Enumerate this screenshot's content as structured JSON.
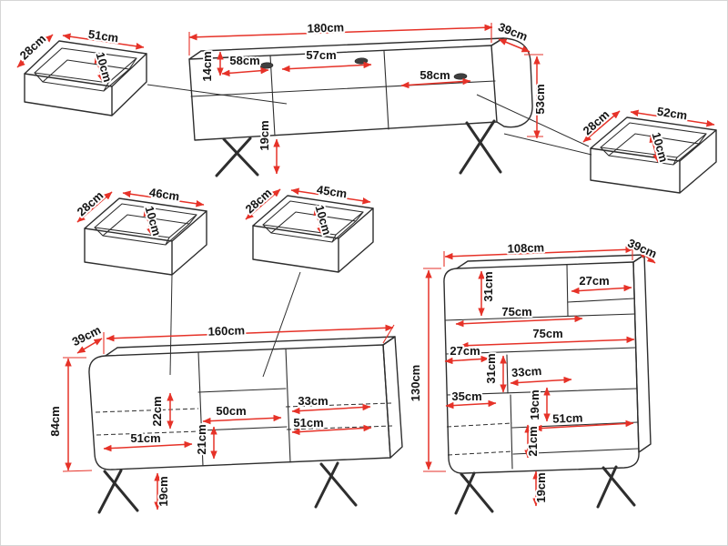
{
  "diagram": {
    "unit": "cm",
    "colors": {
      "dimension": "#e63228",
      "outline": "#2e2e2e"
    },
    "pieces": {
      "drawer_top_left": {
        "depth": "28cm",
        "width": "51cm",
        "height": "10cm"
      },
      "tv_stand": {
        "width": "180cm",
        "depth": "39cm",
        "height": "53cm",
        "top_height": "14cm",
        "left_compartment": "58cm",
        "middle_compartment": "57cm",
        "right_compartment": "58cm",
        "leg_height": "19cm"
      },
      "drawer_top_right": {
        "depth": "28cm",
        "width": "52cm",
        "height": "10cm"
      },
      "drawer_mid_left": {
        "depth": "28cm",
        "width": "46cm",
        "height": "10cm"
      },
      "drawer_mid_center": {
        "depth": "28cm",
        "width": "45cm",
        "height": "10cm"
      },
      "sideboard": {
        "depth": "39cm",
        "width": "160cm",
        "height": "84cm",
        "shelf_height": "22cm",
        "middle_width": "50cm",
        "right_width": "33cm",
        "left_width": "51cm",
        "drawer_height": "21cm",
        "right_shelf_width": "51cm",
        "leg_height": "19cm"
      },
      "cabinet": {
        "width": "108cm",
        "depth": "39cm",
        "height": "130cm",
        "top_height": "31cm",
        "top_right_width": "27cm",
        "shelf_width_upper": "75cm",
        "shelf_width_lower": "75cm",
        "mid_left_width": "27cm",
        "mid_height": "31cm",
        "mid_width": "33cm",
        "lower_left_width": "35cm",
        "inner_height": "19cm",
        "bottom_width": "51cm",
        "bottom_drawer_height": "21cm",
        "leg_height": "19cm"
      }
    }
  }
}
